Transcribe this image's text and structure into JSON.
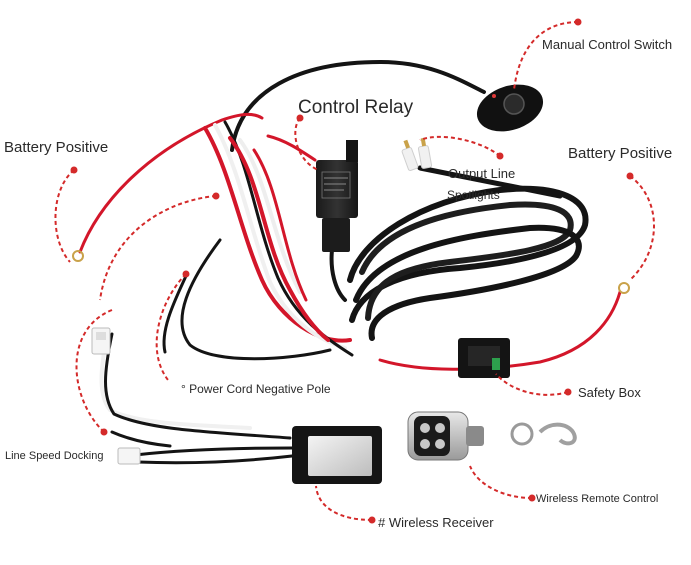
{
  "labels": {
    "manual_control_switch": "Manual Control Switch",
    "control_relay": "Control Relay",
    "battery_positive_left": "Battery Positive",
    "battery_positive_right": "Battery Positive",
    "output_line": "Output Line",
    "spotlights": "Spotlights",
    "power_cord_negative": "° Power Cord Negative Pole",
    "safety_box": "Safety Box",
    "line_speed_docking": "Line Speed Docking",
    "wireless_remote_control": "Wireless Remote Control",
    "wireless_receiver": "# Wireless Receiver"
  },
  "colors": {
    "leader": "#d42a2a",
    "wire_black": "#141414",
    "wire_red": "#d3162a",
    "wire_white": "#f2f2f2"
  }
}
